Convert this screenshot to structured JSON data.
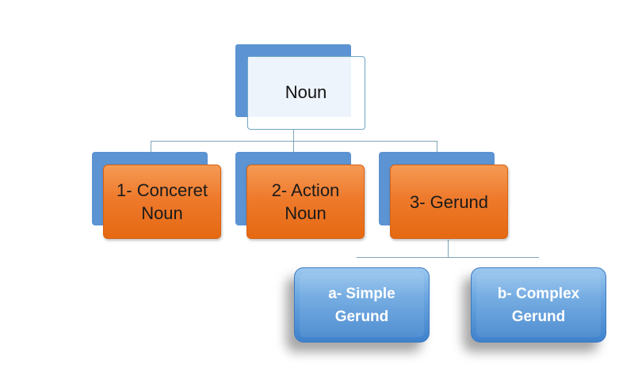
{
  "diagram": {
    "root": {
      "label": "Noun"
    },
    "types": [
      {
        "label": "1- Conceret\nNoun"
      },
      {
        "label": "2- Action\nNoun"
      },
      {
        "label": "3- Gerund"
      }
    ],
    "gerund_subtypes": [
      {
        "label": "a- Simple\n   Gerund"
      },
      {
        "label": "b- Complex\n   Gerund"
      }
    ]
  },
  "colors": {
    "blue_fill": "#5b93d3",
    "orange_fill": "#ee7a2c",
    "connector": "#7fa6b8",
    "sub_blue": "#6aa6e0"
  }
}
